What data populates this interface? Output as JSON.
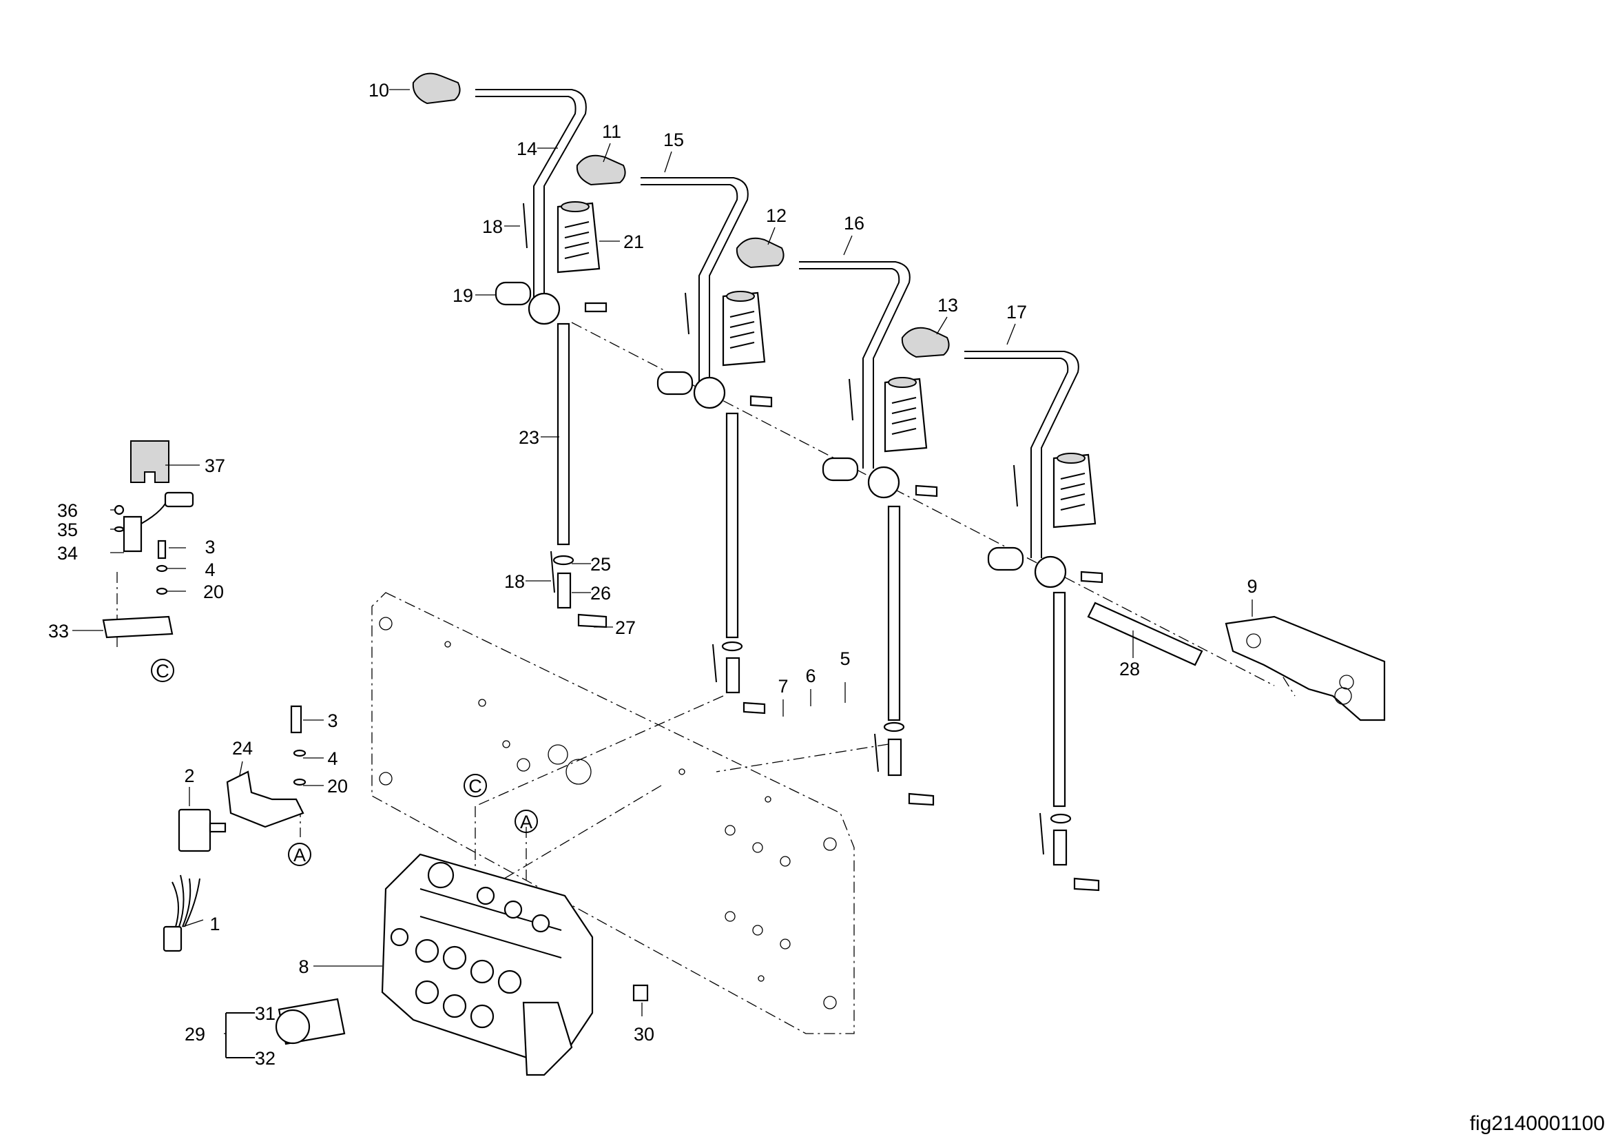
{
  "figure_id": "fig2140001100",
  "callouts": [
    "1",
    "2",
    "3",
    "4",
    "5",
    "6",
    "7",
    "8",
    "9",
    "10",
    "11",
    "12",
    "13",
    "14",
    "15",
    "16",
    "17",
    "18",
    "19",
    "20",
    "21",
    "23",
    "24",
    "25",
    "26",
    "27",
    "28",
    "29",
    "30",
    "31",
    "32",
    "33",
    "34",
    "35",
    "36",
    "37"
  ],
  "ref_markers": {
    "a": "A",
    "c": "C"
  }
}
